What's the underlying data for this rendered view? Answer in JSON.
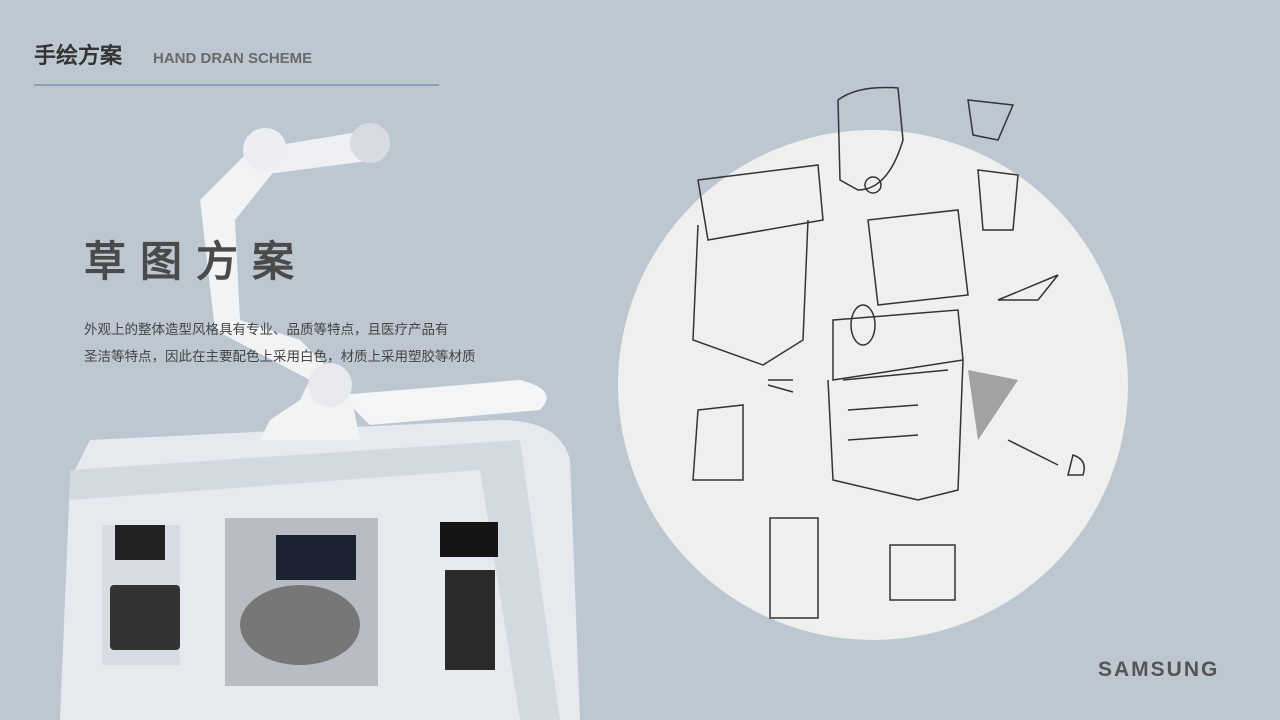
{
  "header": {
    "title_cn": "手绘方案",
    "title_en": "HAND DRAN SCHEME"
  },
  "main": {
    "heading": "草图方案",
    "description": [
      "外观上的整体造型风格具有专业、品质等特点，且医疗产品有",
      "圣洁等特点，因此在主要配色上采用白色，材质上采用塑胶等材质"
    ]
  },
  "brand": {
    "logo": "SAMSUNG"
  },
  "colors": {
    "background": "#bdc7d2",
    "rule": "#8aa0b8",
    "circle": "#efefee"
  }
}
